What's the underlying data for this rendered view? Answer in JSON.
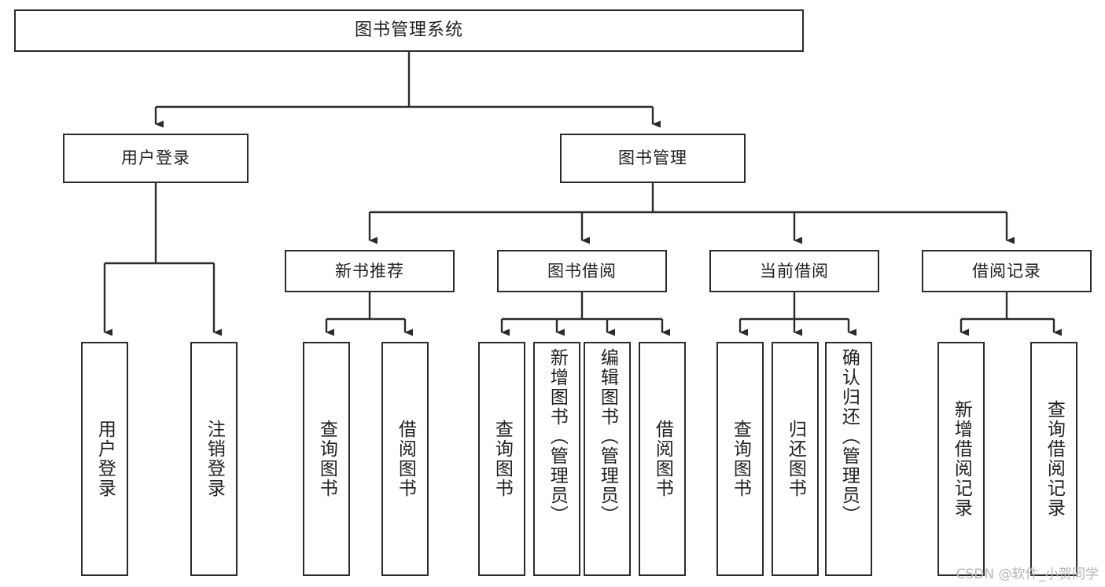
{
  "diagram": {
    "title": "图书管理系统",
    "watermark": "CSDN @软件_小贺同学",
    "stroke_color": "#2b2b2b",
    "background_color": "#ffffff",
    "text_color": "#1f1f1f",
    "watermark_color": "#b6b6b6"
  },
  "nodes": {
    "root": {
      "label": "图书管理系统"
    },
    "level1": [
      {
        "label": "用户登录"
      },
      {
        "label": "图书管理"
      }
    ],
    "level2": [
      {
        "label": "新书推荐"
      },
      {
        "label": "图书借阅"
      },
      {
        "label": "当前借阅"
      },
      {
        "label": "借阅记录"
      }
    ],
    "leaves": {
      "user_login": [
        {
          "label": "用户登录"
        },
        {
          "label": "注销登录"
        }
      ],
      "new_book_recommend": [
        {
          "label": "查询图书"
        },
        {
          "label": "借阅图书"
        }
      ],
      "book_borrow": [
        {
          "label": "查询图书"
        },
        {
          "label": "新增图书（管理员）"
        },
        {
          "label": "编辑图书（管理员）"
        },
        {
          "label": "借阅图书"
        }
      ],
      "current_borrow": [
        {
          "label": "查询图书"
        },
        {
          "label": "归还图书"
        },
        {
          "label": "确认归还（管理员）"
        }
      ],
      "borrow_record": [
        {
          "label": "新增借阅记录"
        },
        {
          "label": "查询借阅记录"
        }
      ]
    }
  }
}
